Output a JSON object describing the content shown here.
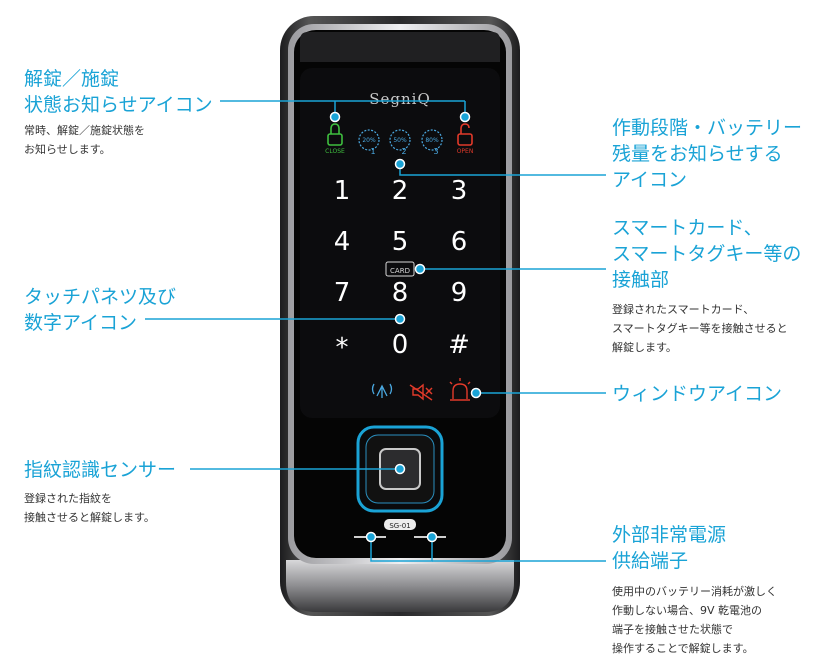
{
  "device": {
    "brand": "SegniQ",
    "model_label": "SG-01",
    "icon_close_label": "CLOSE",
    "icon_open_label": "OPEN",
    "battery_levels": [
      "20%",
      "50%",
      "80%"
    ],
    "battery_steps": [
      "1",
      "2",
      "3"
    ],
    "keys": [
      "1",
      "2",
      "3",
      "4",
      "5",
      "6",
      "7",
      "8",
      "9",
      "*",
      "0",
      "#"
    ],
    "card_label": "CARD",
    "colors": {
      "accent": "#1aa3d6",
      "lock_green": "#3fbf3f",
      "lock_red": "#e23a2a",
      "key_blue": "#4aa8e0"
    }
  },
  "callouts": {
    "lock_status": {
      "title": "解錠／施錠\n状態お知らせアイコン",
      "desc": "常時、解錠／施錠状態を\nお知らせします。"
    },
    "battery": {
      "title": "作動段階・バッテリー\n残量をお知らせする\nアイコン"
    },
    "card": {
      "title": "スマートカード、\nスマートタグキー等の\n接触部",
      "desc": "登録されたスマートカード、\nスマートタグキー等を接触させると\n解錠します。"
    },
    "touch_panel": {
      "title": "タッチパネツ及び\n数字アイコン"
    },
    "window": {
      "title": "ウィンドウアイコン"
    },
    "fingerprint": {
      "title": "指紋認識センサー",
      "desc": "登録された指紋を\n接触させると解錠します。"
    },
    "power": {
      "title": "外部非常電源\n供給端子",
      "desc": "使用中のバッテリー消耗が激しく\n作動しない場合、9V 乾電池の\n端子を接触させた状態で\n操作することで解錠します。"
    }
  }
}
